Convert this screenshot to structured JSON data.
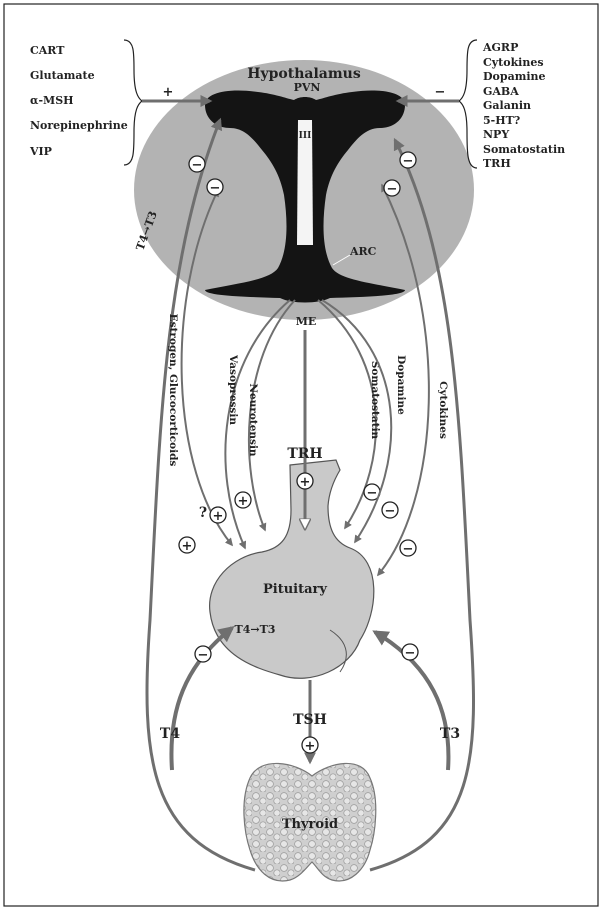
{
  "regions": {
    "hypothalamus": "Hypothalamus",
    "pvn": "PVN",
    "ventricle": "III",
    "arc": "ARC",
    "me": "ME",
    "pituitary": "Pituitary",
    "thyroid": "Thyroid"
  },
  "stimulators": {
    "items": [
      "CART",
      "Glutamate",
      "α-MSH",
      "Norepinephrine",
      "VIP"
    ],
    "sign": "+"
  },
  "inhibitors": {
    "items": [
      "AGRP",
      "Cytokines",
      "Dopamine",
      "GABA",
      "Galanin",
      "5-HT?",
      "NPY",
      "Somatostatin",
      "TRH"
    ],
    "sign": "−"
  },
  "hormones": {
    "trh": "TRH",
    "tsh": "TSH",
    "t4": "T4",
    "t3": "T3",
    "conv_hypo": "T4→T3",
    "conv_pit": "T4→T3"
  },
  "pathways": {
    "estrogen": "Estrogen, Glucocorticoids",
    "vasopressin": "Vasopressin",
    "neurotensin": "Neurotensin",
    "somatostatin": "Somatostatin",
    "dopamine": "Dopamine",
    "cytokines": "Cytokines",
    "unknown_mark": "?"
  },
  "signs": {
    "plus": "+",
    "minus": "−"
  },
  "colors": {
    "hypothalamus_fill": "#b3b3b3",
    "section_dark": "#141414",
    "gland_fill": "#c9c9c9",
    "arrow": "#6f6f6f",
    "frame": "#222222"
  }
}
